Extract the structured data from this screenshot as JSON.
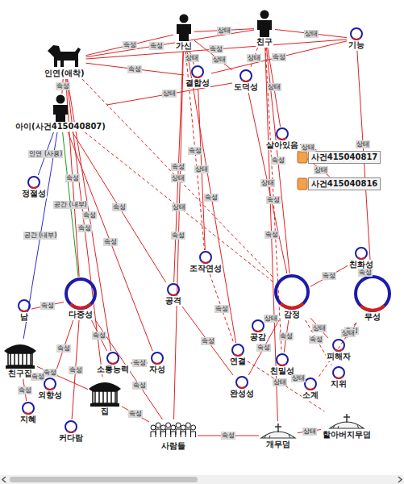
{
  "diagram": {
    "nodes": [
      {
        "text": [
          "인연(애착)"
        ]
      },
      {
        "text": [
          "가신"
        ]
      },
      {
        "text": [
          "친구"
        ]
      },
      {
        "text": [
          "기능"
        ]
      },
      {
        "text": [
          "결합성"
        ]
      },
      {
        "text": [
          "도덕성"
        ]
      },
      {
        "text": [
          "아이(사건415040807)"
        ]
      },
      {
        "text": [
          "살아있음"
        ]
      },
      {
        "text": [
          "사건415040817"
        ]
      },
      {
        "text": [
          "사건415040816"
        ]
      },
      {
        "text": [
          "정절성"
        ]
      },
      {
        "text": [
          "조작연성"
        ]
      },
      {
        "text": [
          "친화성"
        ]
      },
      {
        "text": [
          "남"
        ]
      },
      {
        "text": [
          "다중성"
        ]
      },
      {
        "text": [
          "공격"
        ]
      },
      {
        "text": [
          "감정"
        ]
      },
      {
        "text": [
          "무성"
        ]
      },
      {
        "text": [
          "친구집"
        ]
      },
      {
        "text": [
          "외향성"
        ]
      },
      {
        "text": [
          "소통능력"
        ]
      },
      {
        "text": [
          "자성"
        ]
      },
      {
        "text": [
          "연결"
        ]
      },
      {
        "text": [
          "공감"
        ]
      },
      {
        "text": [
          "친밀성"
        ]
      },
      {
        "text": [
          "피해자"
        ]
      },
      {
        "text": [
          "지위"
        ]
      },
      {
        "text": [
          "완성성"
        ]
      },
      {
        "text": [
          "소계"
        ]
      },
      {
        "text": [
          "집"
        ]
      },
      {
        "text": [
          "지혜"
        ]
      },
      {
        "text": [
          "커다람"
        ]
      },
      {
        "text": [
          "사람들"
        ]
      },
      {
        "text": [
          "개무덤"
        ]
      },
      {
        "text": [
          "할아버지무덤"
        ]
      }
    ],
    "edges": [
      {
        "from": 0,
        "to": 1,
        "arrow": "none",
        "label": "속성"
      },
      {
        "from": 0,
        "to": 2,
        "arrow": "none",
        "label": "속성"
      },
      {
        "from": 0,
        "to": 3,
        "arrow": "none",
        "label": "속성"
      },
      {
        "from": 0,
        "to": 4,
        "arrow": "none",
        "label": "속성"
      },
      {
        "from": 0,
        "to": 6,
        "arrow": "none",
        "label": "속성"
      },
      {
        "from": 0,
        "to": 14,
        "arrow": "none",
        "label": "속성"
      },
      {
        "from": 0,
        "to": 16,
        "arrow": "none",
        "label": "상태"
      },
      {
        "from": 0,
        "to": 20,
        "arrow": "none",
        "label": "속성"
      },
      {
        "from": 0,
        "to": 29,
        "arrow": "none",
        "label": "속성"
      },
      {
        "from": 1,
        "to": 2,
        "arrow": "none",
        "label": "상태"
      },
      {
        "from": 1,
        "to": 4,
        "arrow": "none",
        "label": "상태"
      },
      {
        "from": 1,
        "to": 5,
        "arrow": "none",
        "label": "상태"
      },
      {
        "from": 1,
        "to": 11,
        "arrow": "none",
        "label": "속성"
      },
      {
        "from": 1,
        "to": 15,
        "arrow": "none",
        "label": "속성"
      },
      {
        "from": 1,
        "to": 22,
        "arrow": "none",
        "label": "속성"
      },
      {
        "from": 1,
        "to": 32,
        "arrow": "none",
        "label": "속성"
      },
      {
        "from": 2,
        "to": 3,
        "arrow": "none",
        "label": "상태"
      },
      {
        "from": 2,
        "to": 5,
        "arrow": "none",
        "label": "상태"
      },
      {
        "from": 2,
        "to": 7,
        "arrow": "none",
        "label": "상태"
      },
      {
        "from": 2,
        "to": 16,
        "arrow": "none",
        "label": "속성"
      },
      {
        "from": 2,
        "to": 24,
        "arrow": "none",
        "label": "속성"
      },
      {
        "from": 2,
        "to": 33,
        "arrow": "none",
        "label": "속성"
      },
      {
        "from": 3,
        "to": 4,
        "arrow": "none",
        "label": "속성"
      },
      {
        "from": 3,
        "to": 17,
        "arrow": "none",
        "label": "상태"
      },
      {
        "from": 6,
        "to": 10,
        "arrow": "none",
        "label": "인연 (사용)"
      },
      {
        "from": 6,
        "to": 14,
        "arrow": "none",
        "label": "공간 (내부)"
      },
      {
        "from": 6,
        "to": 18,
        "arrow": "none",
        "label": "공간 (내부)"
      },
      {
        "from": 6,
        "to": 15,
        "arrow": "none",
        "label": "속성"
      },
      {
        "from": 6,
        "to": 21,
        "arrow": "none",
        "label": "속성"
      },
      {
        "from": 6,
        "to": 16,
        "arrow": "none",
        "label": "상태"
      },
      {
        "from": 6,
        "to": 5,
        "arrow": "none",
        "label": "상태"
      },
      {
        "from": 7,
        "to": 8,
        "arrow": "none",
        "label": "상태"
      },
      {
        "from": 7,
        "to": 9,
        "arrow": "none",
        "label": "상태"
      },
      {
        "from": 14,
        "to": 19,
        "arrow": "none",
        "label": "속성"
      },
      {
        "from": 14,
        "to": 20,
        "arrow": "none",
        "label": "속성"
      },
      {
        "from": 14,
        "to": 31,
        "arrow": "none",
        "label": "속성"
      },
      {
        "from": 14,
        "to": 32,
        "arrow": "none",
        "label": "속성"
      },
      {
        "from": 14,
        "to": 13,
        "arrow": "none",
        "label": "속성"
      },
      {
        "from": 16,
        "to": 23,
        "arrow": "none",
        "label": "상태"
      },
      {
        "from": 16,
        "to": 24,
        "arrow": "none",
        "label": "속성"
      },
      {
        "from": 16,
        "to": 25,
        "arrow": "none",
        "label": "상태"
      },
      {
        "from": 16,
        "to": 26,
        "arrow": "none",
        "label": "속성"
      },
      {
        "from": 16,
        "to": 27,
        "arrow": "none",
        "label": "속성"
      },
      {
        "from": 16,
        "to": 12,
        "arrow": "none",
        "label": "속성"
      },
      {
        "from": 17,
        "to": 25,
        "arrow": "none",
        "label": "속성"
      },
      {
        "from": 17,
        "to": 28,
        "arrow": "none",
        "label": "상태"
      },
      {
        "from": 17,
        "to": 12,
        "arrow": "none",
        "label": "속성"
      },
      {
        "from": 18,
        "to": 29,
        "arrow": "none",
        "label": "속성"
      },
      {
        "from": 18,
        "to": 19,
        "arrow": "none",
        "label": "속성"
      },
      {
        "from": 18,
        "to": 30,
        "arrow": "none",
        "label": "속성"
      },
      {
        "from": 29,
        "to": 32,
        "arrow": "none",
        "label": "속성"
      },
      {
        "from": 32,
        "to": 33,
        "arrow": "none",
        "label": "속성"
      },
      {
        "from": 33,
        "to": 34,
        "arrow": "none",
        "label": "상태"
      },
      {
        "from": 11,
        "to": 22,
        "arrow": "none",
        "label": "속성"
      },
      {
        "from": 15,
        "to": 27,
        "arrow": "none",
        "label": "속성"
      },
      {
        "from": 20,
        "to": 21,
        "arrow": "none",
        "label": "속성"
      },
      {
        "from": 24,
        "to": 28,
        "arrow": "none",
        "label": "상태"
      },
      {
        "from": 22,
        "to": 34,
        "arrow": "none",
        "label": "상태"
      },
      {
        "from": 5,
        "to": 16,
        "arrow": "none",
        "label": "상태"
      },
      {
        "from": 4,
        "to": 11,
        "arrow": "none",
        "label": "상태"
      }
    ]
  }
}
